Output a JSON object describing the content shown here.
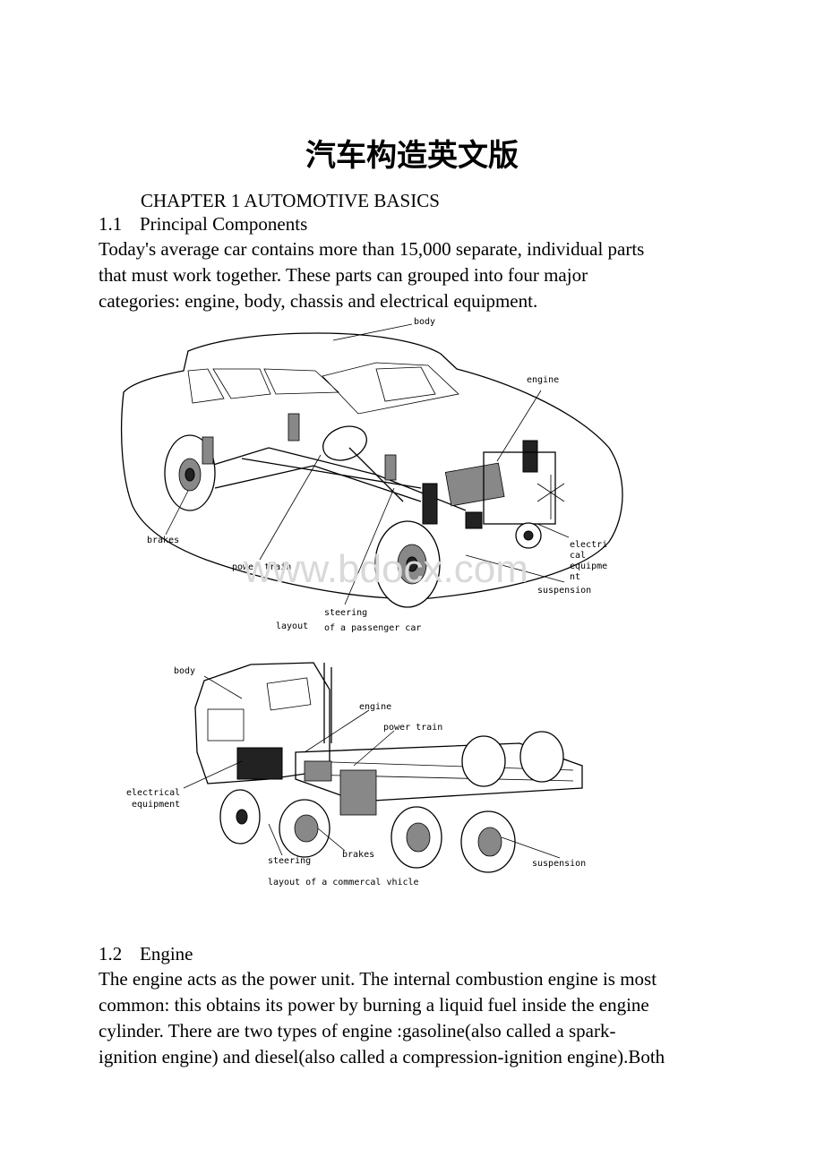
{
  "title": "汽车构造英文版",
  "chapter": "CHAPTER 1 AUTOMOTIVE BASICS",
  "section1": {
    "num": "1.1",
    "heading": "Principal Components"
  },
  "para1": [
    "Today's average car contains more than 15,000 separate, individual parts",
    "that must work together. These parts can grouped into four major",
    "categories: engine, body, chassis and electrical equipment."
  ],
  "figure1": {
    "labels": {
      "body": "body",
      "engine": "engine",
      "brakes": "brakes",
      "power_train": "power train",
      "electrical_1": "electri",
      "electrical_2": "cal",
      "electrical_3": "equipme",
      "electrical_4": "nt",
      "suspension": "suspension",
      "steering": "steering",
      "caption_left": "layout",
      "caption_right": "of a passenger car"
    }
  },
  "figure2": {
    "labels": {
      "body": "body",
      "engine": "engine",
      "power_train": "power train",
      "electrical_1": "electrical",
      "electrical_2": "equipment",
      "brakes": "brakes",
      "steering": "steering",
      "suspension": "suspension",
      "caption": "layout of a commercal vhicle"
    }
  },
  "watermark": "www.bdocx.com",
  "section2": {
    "num": "1.2",
    "heading": "Engine"
  },
  "para2": [
    "The engine acts as the power unit. The internal combustion engine is most",
    "common: this obtains its power by burning a liquid fuel inside the engine",
    "cylinder. There are two types of engine :gasoline(also called a spark-",
    "ignition engine) and diesel(also called a compression-ignition engine).Both"
  ]
}
